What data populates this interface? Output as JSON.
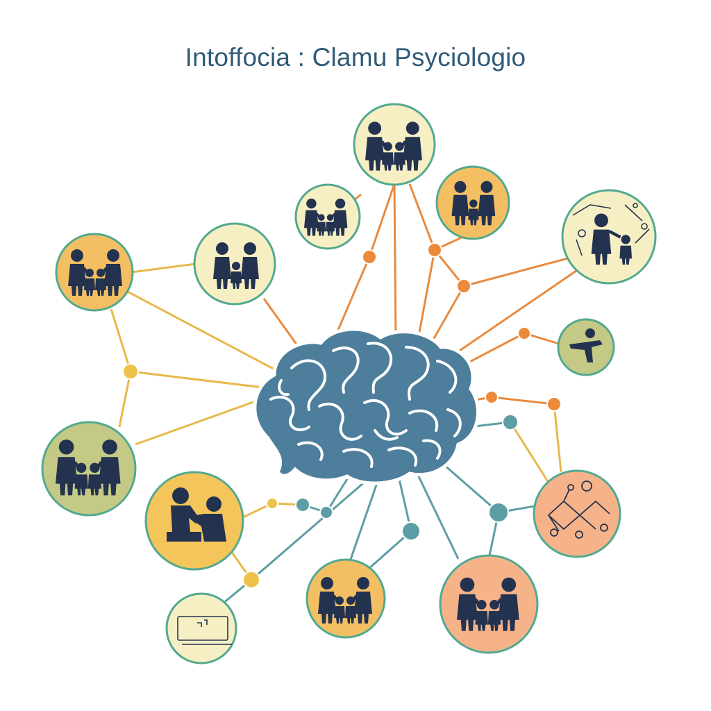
{
  "title": "Intoffocia : Clamu Psyciologio",
  "colors": {
    "title": "#2f5a78",
    "brain_fill": "#4d7e9b",
    "brain_outline": "#ffffff",
    "figure": "#23324f",
    "link_orange": "#e98a3e",
    "link_yellow": "#e7b94a",
    "link_teal": "#5d9ea4",
    "ring": "#52a98f"
  },
  "nodes": [
    {
      "id": "family-top",
      "icon": "family-icon",
      "fill": "#f7efc4"
    },
    {
      "id": "family-small",
      "icon": "family-icon",
      "fill": "#f7efc4"
    },
    {
      "id": "parent-child-orange",
      "icon": "parent-child-icon",
      "fill": "#f4bf63"
    },
    {
      "id": "adult-child-right",
      "icon": "adult-child-icon",
      "fill": "#f7efc4"
    },
    {
      "id": "family-left",
      "icon": "family-icon",
      "fill": "#f4bf63"
    },
    {
      "id": "parent-child-hug",
      "icon": "parent-child-icon",
      "fill": "#f7efc4"
    },
    {
      "id": "child-play",
      "icon": "child-icon",
      "fill": "#c4c985"
    },
    {
      "id": "family-lower-left",
      "icon": "family-icon",
      "fill": "#c4c985"
    },
    {
      "id": "kneeling-pair",
      "icon": "caregiving-icon",
      "fill": "#f4c55a"
    },
    {
      "id": "network-map",
      "icon": "network-icon",
      "fill": "#f6b38a"
    },
    {
      "id": "device",
      "icon": "device-icon",
      "fill": "#f7efc4"
    },
    {
      "id": "family-bottom",
      "icon": "family-icon",
      "fill": "#f4bf63"
    },
    {
      "id": "family-hands",
      "icon": "family-icon",
      "fill": "#f6b38a"
    }
  ]
}
